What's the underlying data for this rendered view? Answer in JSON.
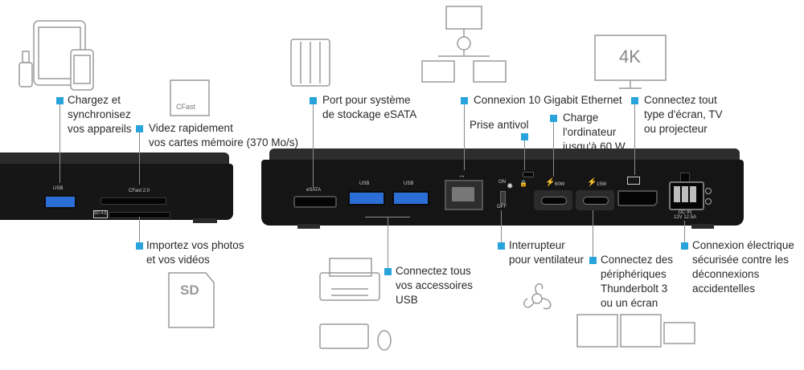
{
  "labels": {
    "charge": "Chargez et\nsynchronisez\nvos appareils",
    "cards": "Videz rapidement\nvos cartes mémoire (370 Mo/s)",
    "import": "Importez vos photos\net vos vidéos",
    "esata": "Port pour système\nde stockage eSATA",
    "ethernet": "Connexion 10 Gigabit Ethernet",
    "display": "Connectez tout\ntype d'écran, TV\nou projecteur",
    "antivol": "Prise antivol",
    "charge60": "Charge\nl'ordinateur\njusqu'à 60 W",
    "fan_switch": "Interrupteur\npour ventilateur",
    "usb_acc": "Connectez tous\nvos accessoires\nUSB",
    "thunderbolt": "Connectez des\npériphériques\nThunderbolt 3\nou un écran",
    "power": "Connexion électrique\nsécurisée contre les\ndéconnexions\naccidentelles"
  },
  "port_labels": {
    "usb_front": "USB",
    "cfast": "CFast 2.0",
    "sd": "SD 4.0",
    "esata": "eSATA",
    "usb1": "USB",
    "usb2": "USB",
    "on": "ON",
    "off": "OFF",
    "tb60": "60W",
    "tb15": "15W",
    "dcin": "DC IN\n12V 12.5A"
  },
  "icons": {
    "cfast_card": "CFast",
    "display_4k": "4K",
    "sd_card": "SD"
  },
  "colors": {
    "accent": "#29a3dc",
    "device": "#1c1c1c",
    "usb_blue": "#2b6fd6"
  }
}
